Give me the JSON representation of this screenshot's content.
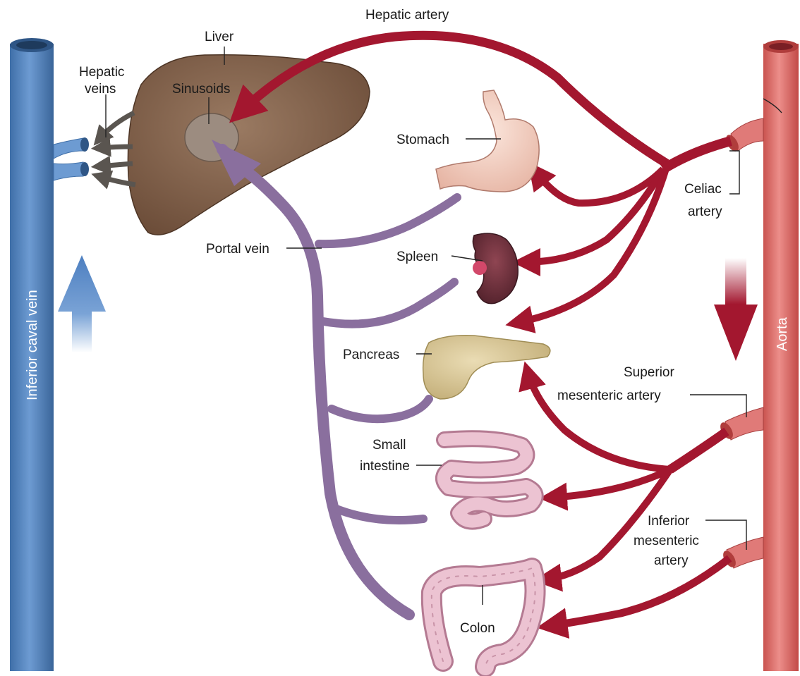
{
  "labels": {
    "hepatic_artery": "Hepatic artery",
    "liver": "Liver",
    "hepatic_veins_1": "Hepatic",
    "hepatic_veins_2": "veins",
    "sinusoids": "Sinusoids",
    "stomach": "Stomach",
    "celiac_1": "Celiac",
    "celiac_2": "artery",
    "portal_vein": "Portal vein",
    "spleen": "Spleen",
    "ivc": "Inferior caval vein",
    "aorta": "Aorta",
    "pancreas": "Pancreas",
    "sma_1": "Superior",
    "sma_2": "mesenteric artery",
    "small_int_1": "Small",
    "small_int_2": "intestine",
    "ima_1": "Inferior",
    "ima_2": "mesenteric",
    "ima_3": "artery",
    "colon": "Colon"
  },
  "colors": {
    "artery": "#a3172f",
    "aorta": "#e07a78",
    "vein_blue": "#5b8cc6",
    "portal": "#8a6f9e",
    "liver": "#7a5a44",
    "stomach": "#f3d3c6",
    "spleen": "#6b2f3a",
    "pancreas": "#d8c79a",
    "intestine": "#e6b8c8"
  }
}
